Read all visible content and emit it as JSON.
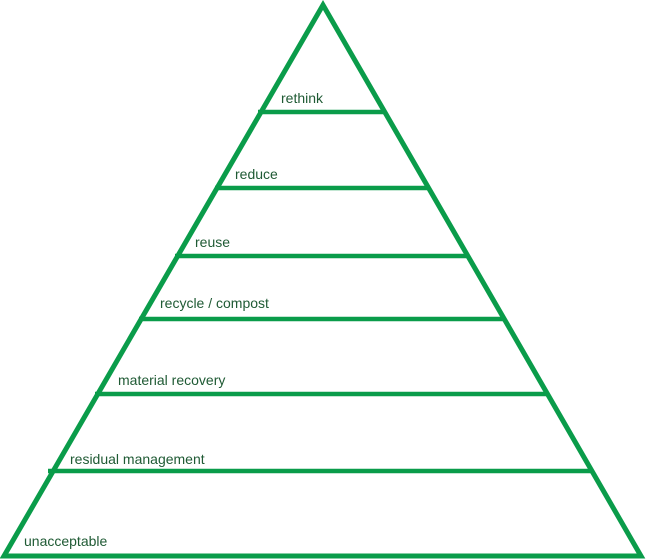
{
  "diagram": {
    "line_color": "#0a9c4a",
    "text_color": "#1f5a34",
    "tiers": [
      {
        "label": "rethink"
      },
      {
        "label": "reduce"
      },
      {
        "label": "reuse"
      },
      {
        "label": "recycle / compost"
      },
      {
        "label": "material recovery"
      },
      {
        "label": "residual management"
      },
      {
        "label": "unacceptable"
      }
    ]
  }
}
